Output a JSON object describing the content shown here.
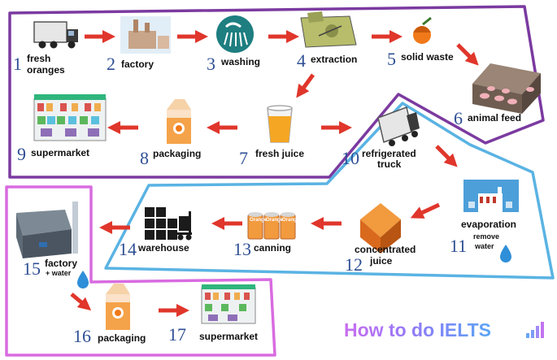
{
  "steps": [
    {
      "num": "1",
      "label_line1": "fresh",
      "label_line2": "oranges"
    },
    {
      "num": "2",
      "label": "factory"
    },
    {
      "num": "3",
      "label": "washing"
    },
    {
      "num": "4",
      "label": "extraction"
    },
    {
      "num": "5",
      "label": "solid waste"
    },
    {
      "num": "6",
      "label": "animal feed"
    },
    {
      "num": "7",
      "label": "fresh juice"
    },
    {
      "num": "8",
      "label": "packaging"
    },
    {
      "num": "9",
      "label": "supermarket"
    },
    {
      "num": "10",
      "label_line1": "refrigerated",
      "label_line2": "truck"
    },
    {
      "num": "11",
      "label": "evaporation",
      "note_line1": "remove",
      "note_line2": "water"
    },
    {
      "num": "12",
      "label_line1": "concentrated",
      "label_line2": "juice"
    },
    {
      "num": "13",
      "label": "canning"
    },
    {
      "num": "14",
      "label": "warehouse"
    },
    {
      "num": "15",
      "label": "factory",
      "note": "+ water"
    },
    {
      "num": "16",
      "label": "packaging"
    },
    {
      "num": "17",
      "label": "supermarket"
    }
  ],
  "can_text": "Orange",
  "brand": {
    "text": "How to do IELTS"
  },
  "colors": {
    "arrow": "#e0362b",
    "number": "#2e4f94",
    "region_fresh": "#7b3aa0",
    "region_concentrate": "#5ab3e3",
    "region_reconstituted": "#d86be0"
  }
}
